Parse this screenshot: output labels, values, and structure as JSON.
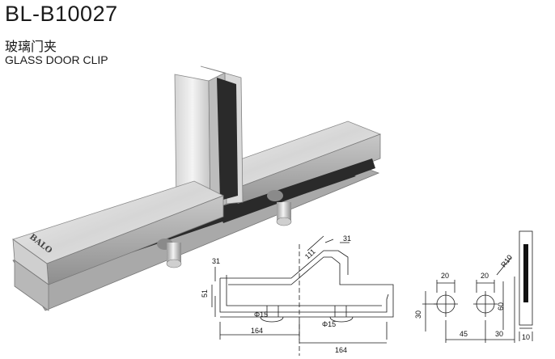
{
  "header": {
    "model": "BL-B10027",
    "name_cn": "玻璃门夹",
    "name_en": "GLASS DOOR CLIP"
  },
  "product": {
    "brand_engraving": "BALO"
  },
  "drawing_front": {
    "dim_31_left": "31",
    "dim_51": "51",
    "dim_111": "111",
    "dim_31_right": "31",
    "dim_phi15_left": "Φ15",
    "dim_phi15_right": "Φ15",
    "dim_164_left": "164",
    "dim_164_right": "164"
  },
  "drawing_holes": {
    "dim_20_left": "20",
    "dim_20_right": "20",
    "dim_30": "30",
    "dim_45": "45",
    "dim_30_bottom": "30",
    "dim_60": "60",
    "dim_r10": "R10",
    "dim_10": "10"
  },
  "colors": {
    "steel_light": "#e4e4e4",
    "steel_mid": "#bdbdbd",
    "steel_dark": "#7a7a7a",
    "gasket": "#2a2a2a",
    "line": "#1a1a1a"
  }
}
